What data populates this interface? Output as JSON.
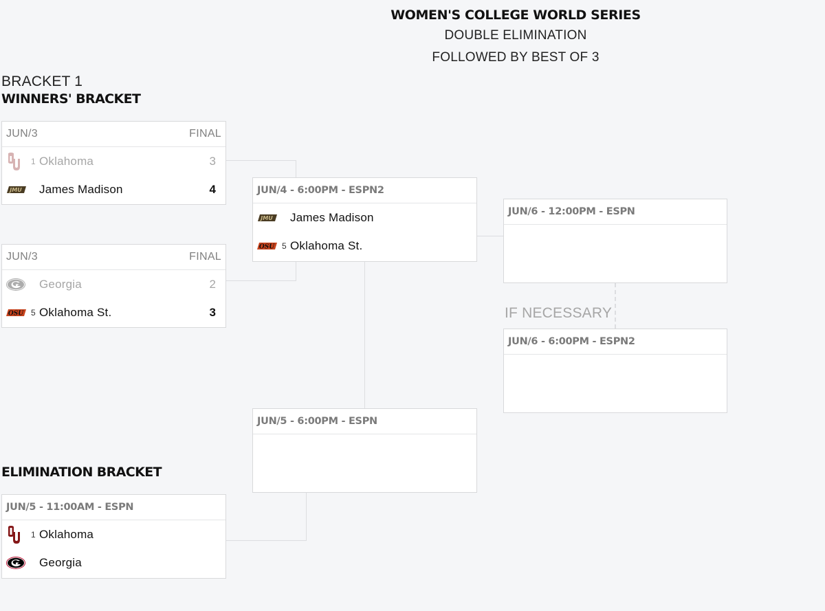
{
  "header": {
    "title": "WOMEN'S COLLEGE WORLD SERIES",
    "subtitle_1": "DOUBLE ELIMINATION",
    "subtitle_2": "FOLLOWED BY BEST OF 3"
  },
  "bracket": {
    "label": "BRACKET 1",
    "winners_title": "WINNERS' BRACKET",
    "elimination_title": "ELIMINATION BRACKET",
    "if_necessary": "IF NECESSARY"
  },
  "games": {
    "g1": {
      "date": "JUN/3",
      "status": "FINAL",
      "teams": [
        {
          "seed": "1",
          "name": "Oklahoma",
          "score": "3",
          "logo": "oklahoma-logo-icon",
          "result": "loser"
        },
        {
          "seed": "",
          "name": "James Madison",
          "score": "4",
          "logo": "jmu-logo-icon",
          "result": "winner"
        }
      ]
    },
    "g2": {
      "date": "JUN/3",
      "status": "FINAL",
      "teams": [
        {
          "seed": "",
          "name": "Georgia",
          "score": "2",
          "logo": "georgia-logo-icon",
          "result": "loser"
        },
        {
          "seed": "5",
          "name": "Oklahoma St.",
          "score": "3",
          "logo": "oklahoma-state-logo-icon",
          "result": "winner"
        }
      ]
    },
    "g3": {
      "date": "JUN/4 - 6:00PM - ESPN2",
      "teams": [
        {
          "seed": "",
          "name": "James Madison",
          "logo": "jmu-logo-icon"
        },
        {
          "seed": "5",
          "name": "Oklahoma St.",
          "logo": "oklahoma-state-logo-icon"
        }
      ]
    },
    "g4": {
      "date": "JUN/6 - 12:00PM - ESPN"
    },
    "g5": {
      "date": "JUN/6 - 6:00PM - ESPN2"
    },
    "g6": {
      "date": "JUN/5 - 6:00PM - ESPN"
    },
    "g7": {
      "date": "JUN/5 - 11:00AM - ESPN",
      "teams": [
        {
          "seed": "1",
          "name": "Oklahoma",
          "logo": "oklahoma-logo-icon"
        },
        {
          "seed": "",
          "name": "Georgia",
          "logo": "georgia-logo-icon"
        }
      ]
    }
  },
  "colors": {
    "oklahoma": "#841617",
    "jmu_gold": "#b5a36a",
    "georgia_red": "#ba0c2f",
    "osu_orange": "#c8431d"
  }
}
